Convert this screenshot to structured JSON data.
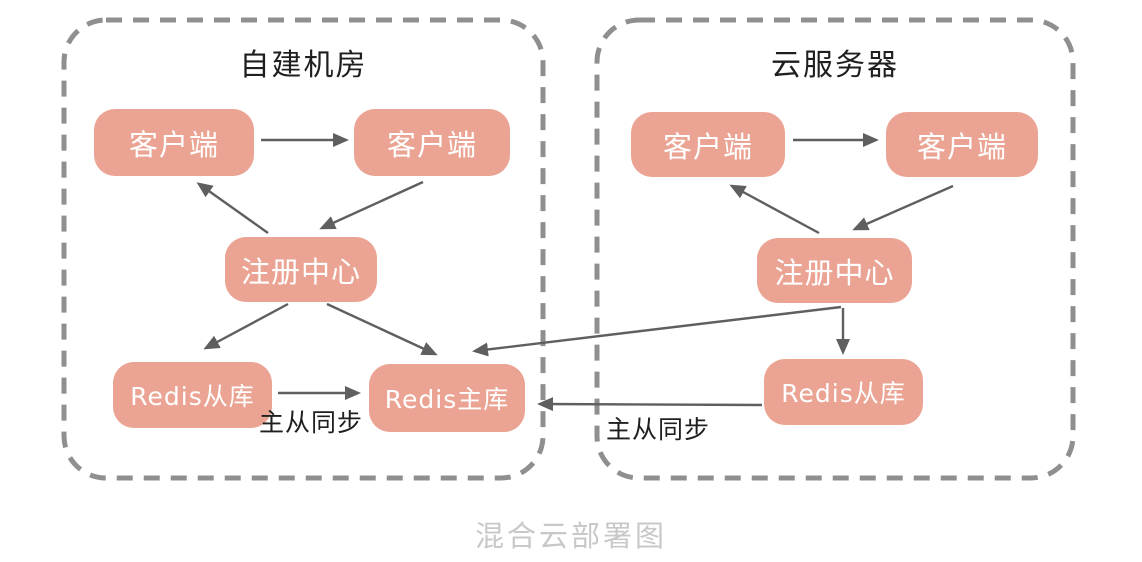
{
  "diagram": {
    "caption": "混合云部署图",
    "containers": {
      "left": {
        "title": "自建机房"
      },
      "right": {
        "title": "云服务器"
      }
    },
    "nodes": {
      "left_client_1": {
        "label": "客户端"
      },
      "left_client_2": {
        "label": "客户端"
      },
      "left_registry": {
        "label": "注册中心"
      },
      "left_redis_slave": {
        "label": "Redis从库"
      },
      "left_redis_master": {
        "label": "Redis主库"
      },
      "right_client_1": {
        "label": "客户端"
      },
      "right_client_2": {
        "label": "客户端"
      },
      "right_registry": {
        "label": "注册中心"
      },
      "right_redis_slave": {
        "label": "Redis从库"
      }
    },
    "edges": [
      {
        "from": "left_client_1",
        "to": "left_client_2",
        "label": ""
      },
      {
        "from": "left_registry",
        "to": "left_client_1",
        "label": ""
      },
      {
        "from": "left_client_2",
        "to": "left_registry",
        "label": ""
      },
      {
        "from": "left_registry",
        "to": "left_redis_slave",
        "label": ""
      },
      {
        "from": "left_registry",
        "to": "left_redis_master",
        "label": ""
      },
      {
        "from": "left_redis_slave",
        "to": "left_redis_master",
        "label": "主从同步"
      },
      {
        "from": "right_client_1",
        "to": "right_client_2",
        "label": ""
      },
      {
        "from": "right_registry",
        "to": "right_client_1",
        "label": ""
      },
      {
        "from": "right_client_2",
        "to": "right_registry",
        "label": ""
      },
      {
        "from": "right_registry",
        "to": "right_redis_slave",
        "label": ""
      },
      {
        "from": "right_registry",
        "to": "left_redis_master",
        "label": ""
      },
      {
        "from": "right_redis_slave",
        "to": "left_redis_master",
        "label": "主从同步"
      }
    ],
    "colors": {
      "node_fill": "#eba493",
      "node_text": "#ffffff",
      "arrow": "#5f5f5f",
      "container_border": "#8f8f8f",
      "title_text": "#1f1f1f",
      "caption_text": "#c8c8c8"
    }
  }
}
